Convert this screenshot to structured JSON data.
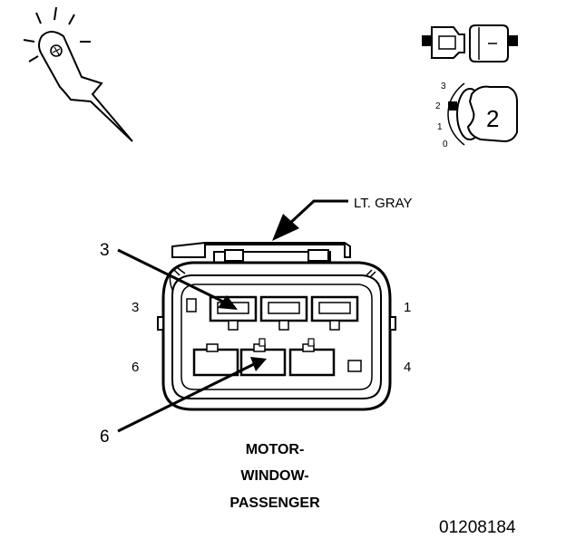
{
  "callouts": {
    "color_label": "LT. GRAY",
    "pointer_top": "3",
    "pointer_bottom": "6"
  },
  "pin_labels": {
    "top_left": "3",
    "top_right": "1",
    "bottom_left": "6",
    "bottom_right": "4"
  },
  "ignition_scale": {
    "pos3": "3",
    "pos2": "2",
    "pos1": "1",
    "pos0": "0",
    "key_position": "2"
  },
  "connector_name": {
    "line1": "MOTOR-",
    "line2": "WINDOW-",
    "line3": "PASSENGER"
  },
  "figure_number": "01208184",
  "icons": [
    "test-probe-icon",
    "disconnected-connector-icon",
    "ignition-key-icon"
  ]
}
